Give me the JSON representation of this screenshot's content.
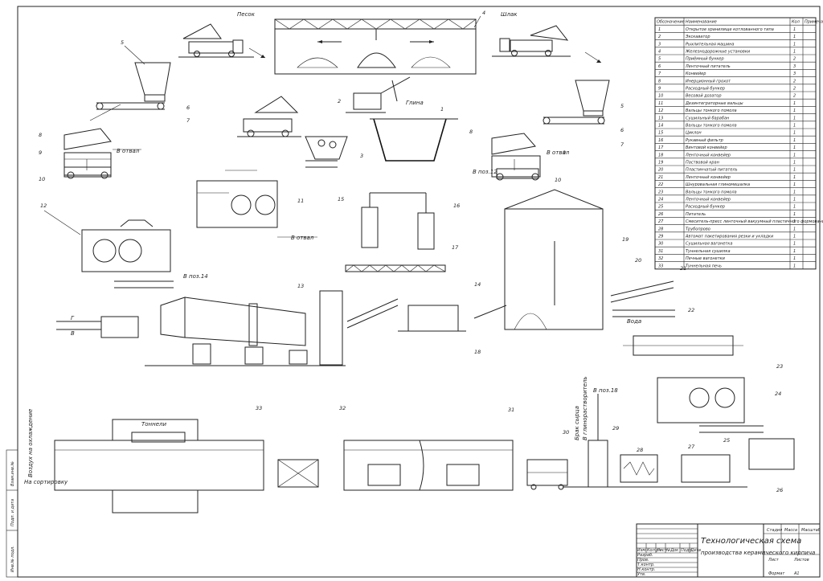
{
  "labels": {
    "pesok": "Песок",
    "shlak": "Шлак",
    "glina": "Глина",
    "v_otval_1": "В отвал",
    "v_otval_2": "В отвал",
    "v_otval_3": "В отвал",
    "v_poz_12": "В поз.12",
    "v_poz_14": "В поз.14",
    "v_poz_18": "В поз.18",
    "voda": "Вода",
    "tonneli": "Тоннели",
    "g": "Г",
    "v": "В",
    "vozdukh_na_okhlazhdenie": "Воздух на охлаждение",
    "na_sortirovku": "На сортировку",
    "brak_syrtsa": "Брак сырца",
    "v_glinorastvoritel": "В глинорастворитель"
  },
  "callouts": [
    "1",
    "2",
    "3",
    "4",
    "5",
    "6",
    "7",
    "8",
    "9",
    "10",
    "11",
    "12",
    "13",
    "14",
    "15",
    "16",
    "17",
    "18",
    "19",
    "20",
    "21",
    "22",
    "23",
    "24",
    "25",
    "26",
    "27",
    "28",
    "29",
    "30",
    "31",
    "32",
    "33"
  ],
  "spec_table": {
    "headers": [
      "Обозначение",
      "Наименование",
      "Кол",
      "Примечание"
    ],
    "rows": [
      [
        "1",
        "Открытое хранилище котлованного типа",
        "1"
      ],
      [
        "2",
        "Экскаватор",
        "1"
      ],
      [
        "3",
        "Рыхлительная машина",
        "1"
      ],
      [
        "4",
        "Железнодорожные установки",
        "1"
      ],
      [
        "5",
        "Приёмный бункер",
        "2"
      ],
      [
        "6",
        "Ленточный питатель",
        "3"
      ],
      [
        "7",
        "Конвейер",
        "3"
      ],
      [
        "8",
        "Инерционный грохот",
        "2"
      ],
      [
        "9",
        "Расходный бункер",
        "2"
      ],
      [
        "10",
        "Весовой дозатор",
        "2"
      ],
      [
        "11",
        "Дезинтеграторные вальцы",
        "1"
      ],
      [
        "12",
        "Вальцы тонкого помола",
        "1"
      ],
      [
        "13",
        "Сушильный барабан",
        "1"
      ],
      [
        "14",
        "Вальцы тонкого помола",
        "1"
      ],
      [
        "15",
        "Циклон",
        "1"
      ],
      [
        "16",
        "Рукавный фильтр",
        "1"
      ],
      [
        "17",
        "Винтовой конвейер",
        "1"
      ],
      [
        "18",
        "Ленточный конвейер",
        "1"
      ],
      [
        "19",
        "Паствовой кран",
        "1"
      ],
      [
        "20",
        "Пластинчатый питатель",
        "1"
      ],
      [
        "21",
        "Ленточный конвейер",
        "1"
      ],
      [
        "22",
        "Шнуровальная глиномешалка",
        "1"
      ],
      [
        "23",
        "Вальцы тонкого помола",
        "1"
      ],
      [
        "24",
        "Ленточный конвейер",
        "1"
      ],
      [
        "25",
        "Расходный бункер",
        "1"
      ],
      [
        "26",
        "Питатель",
        "1"
      ],
      [
        "27",
        "Смеситель-пресс ленточный вакуумный пластичного формования",
        "1"
      ],
      [
        "28",
        "Трубопрово",
        "1"
      ],
      [
        "29",
        "Автомат пакетирования резки и укладки",
        "1"
      ],
      [
        "30",
        "Сушильная вагонетка",
        "1"
      ],
      [
        "31",
        "Туннельная сушилка",
        "1"
      ],
      [
        "32",
        "Печные вагонетки",
        "1"
      ],
      [
        "33",
        "Туннельная печь",
        "1"
      ]
    ]
  },
  "title_block": {
    "title_line1": "Технологическая схема",
    "title_line2": "производства керамического кирпича",
    "stadiya": "Стадия",
    "massa": "Масса",
    "masshtab": "Масштаб",
    "list": "Лист",
    "listov": "Листов",
    "format": "Формат",
    "format_value": "А1",
    "rows": [
      "Изм.",
      "Кол.уч",
      "Лист",
      "№Док",
      "Подп.",
      "Дата",
      "Разраб.",
      "Пров.",
      "Т.контр.",
      "Н.контр.",
      "Утв."
    ]
  },
  "side_stamps": [
    "Инв.№ подл.",
    "Подп. и дата",
    "Взам.инв.№"
  ]
}
